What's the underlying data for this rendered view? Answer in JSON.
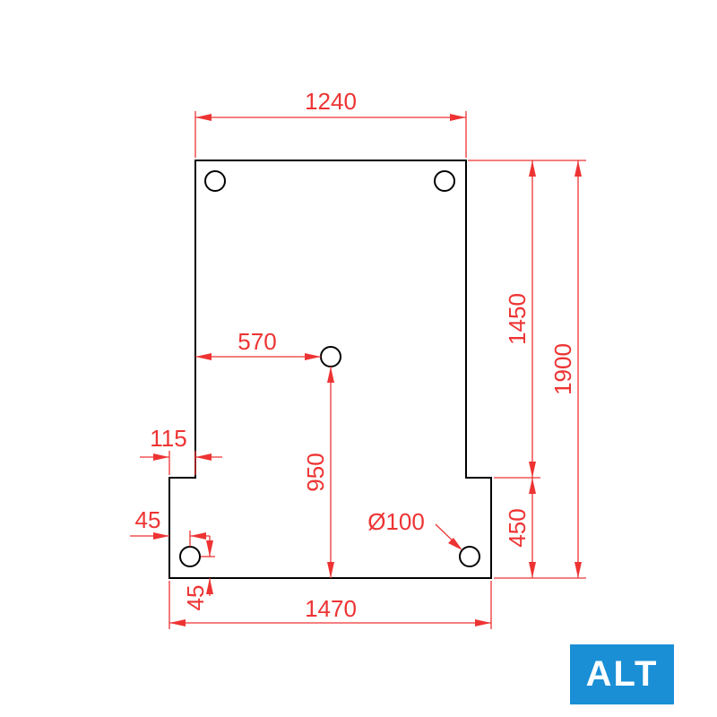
{
  "dimensions": {
    "top_width": "1240",
    "bottom_width": "1470",
    "right_upper_height": "1450",
    "right_lower_height": "450",
    "total_height": "1900",
    "hole_horizontal_offset": "570",
    "hole_vertical_offset": "950",
    "step_offset": "115",
    "hole_edge_x": "45",
    "hole_edge_y": "45",
    "hole_diameter": "Ø100"
  },
  "colors": {
    "outline": "#000000",
    "dimension": "#ee3333",
    "badge": "#1a8fd6"
  },
  "badge": {
    "label": "ALT"
  }
}
